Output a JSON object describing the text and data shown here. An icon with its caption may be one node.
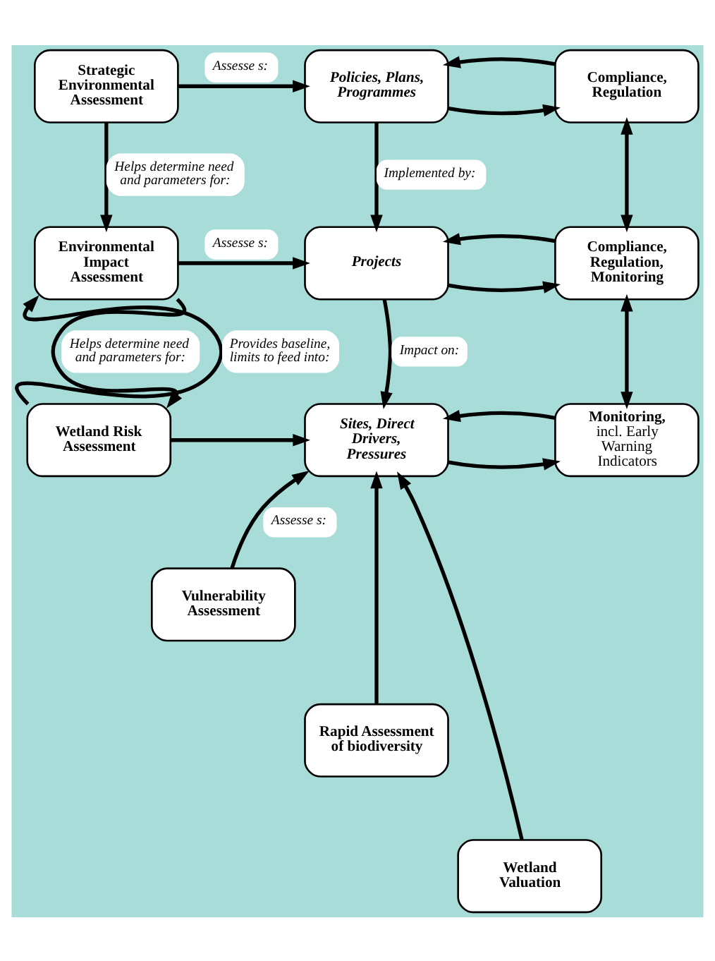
{
  "diagram": {
    "nodes": [
      {
        "text": [
          "Strategic Environmental Assessment"
        ]
      },
      {
        "text": [
          "Policies, Plans, Programmes"
        ]
      },
      {
        "text": [
          "Compliance, Regulation"
        ]
      },
      {
        "text": [
          "Environmental Impact Assessment"
        ]
      },
      {
        "text": [
          "Projects"
        ]
      },
      {
        "text": [
          "Compliance, Regulation, Monitoring"
        ]
      },
      {
        "text": [
          "Wetland Risk Assessment"
        ]
      },
      {
        "text": [
          "Sites, Direct Drivers, Pressures"
        ]
      },
      {
        "text": [
          "Monitoring,",
          "incl. Early Warning Indicators"
        ]
      },
      {
        "text": [
          "Vulnerability Assessment"
        ]
      },
      {
        "text": [
          "Rapid Assessment of biodiversity"
        ]
      },
      {
        "text": [
          "Wetland Valuation"
        ]
      }
    ],
    "edges": [
      {
        "from": 0,
        "to": 1,
        "arrow": "to",
        "label": "Assesse s:"
      },
      {
        "from": 1,
        "to": 2,
        "arrow": "to"
      },
      {
        "from": 2,
        "to": 1,
        "arrow": "to"
      },
      {
        "from": 0,
        "to": 3,
        "arrow": "to",
        "label": "Helps determine need and parameters for:"
      },
      {
        "from": 1,
        "to": 4,
        "arrow": "to",
        "label": "Implemented by:"
      },
      {
        "from": 2,
        "to": 5,
        "arrow": "both"
      },
      {
        "from": 3,
        "to": 4,
        "arrow": "to",
        "label": "Assesse s:"
      },
      {
        "from": 4,
        "to": 5,
        "arrow": "to"
      },
      {
        "from": 5,
        "to": 4,
        "arrow": "to"
      },
      {
        "from": 6,
        "to": 3,
        "arrow": "to",
        "label": "Provides baseline, limits to feed into:"
      },
      {
        "from": 3,
        "to": 6,
        "arrow": "to",
        "label": "Helps determine need and parameters for:"
      },
      {
        "from": 4,
        "to": 7,
        "arrow": "to",
        "label": "Impact on:"
      },
      {
        "from": 5,
        "to": 8,
        "arrow": "both"
      },
      {
        "from": 6,
        "to": 7,
        "arrow": "to"
      },
      {
        "from": 9,
        "to": 7,
        "arrow": "to",
        "label": "Assesse s:"
      },
      {
        "from": 10,
        "to": 7,
        "arrow": "to"
      },
      {
        "from": 11,
        "to": 7,
        "arrow": "to"
      },
      {
        "from": 7,
        "to": 8,
        "arrow": "to"
      },
      {
        "from": 8,
        "to": 7,
        "arrow": "to"
      }
    ]
  }
}
